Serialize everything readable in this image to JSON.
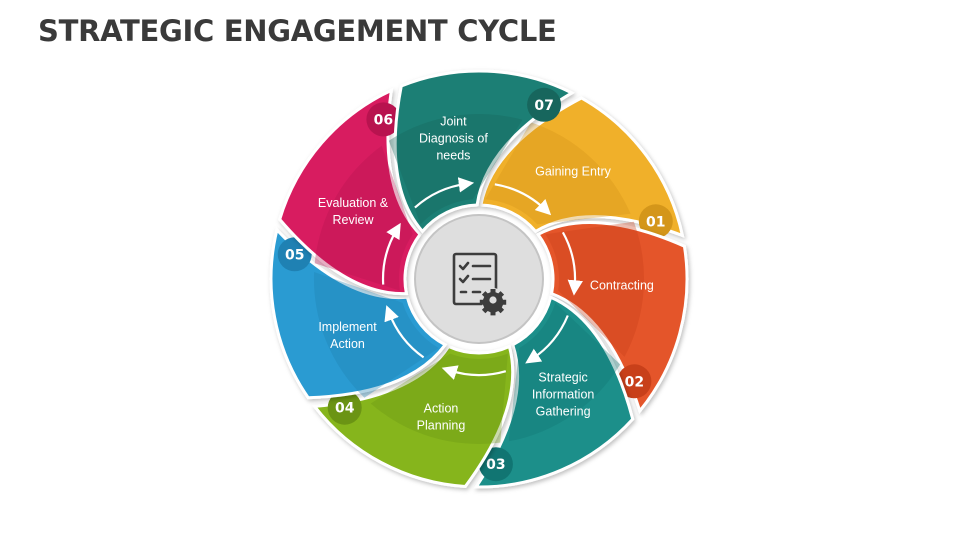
{
  "title": "STRATEGIC ENGAGEMENT CYCLE",
  "center_icon": "checklist-gear-icon",
  "segments": [
    {
      "number": "01",
      "label": [
        "Gaining Entry"
      ],
      "color": "#f0b02a",
      "dark": "#d4961a"
    },
    {
      "number": "02",
      "label": [
        "Contracting"
      ],
      "color": "#e4552a",
      "dark": "#c8401a"
    },
    {
      "number": "03",
      "label": [
        "Strategic",
        "Information",
        "Gathering"
      ],
      "color": "#1a8f8a",
      "dark": "#117572"
    },
    {
      "number": "04",
      "label": [
        "Action",
        "Planning"
      ],
      "color": "#86b51e",
      "dark": "#6b9414"
    },
    {
      "number": "05",
      "label": [
        "Implement",
        "Action"
      ],
      "color": "#2b9bd2",
      "dark": "#1f81b3"
    },
    {
      "number": "06",
      "label": [
        "Evaluation &",
        "Review"
      ],
      "color": "#d81b60",
      "dark": "#b8134f"
    },
    {
      "number": "07",
      "label": [
        "Joint",
        "Diagnosis of",
        "needs"
      ],
      "color": "#1e7f74",
      "dark": "#17665d"
    }
  ]
}
